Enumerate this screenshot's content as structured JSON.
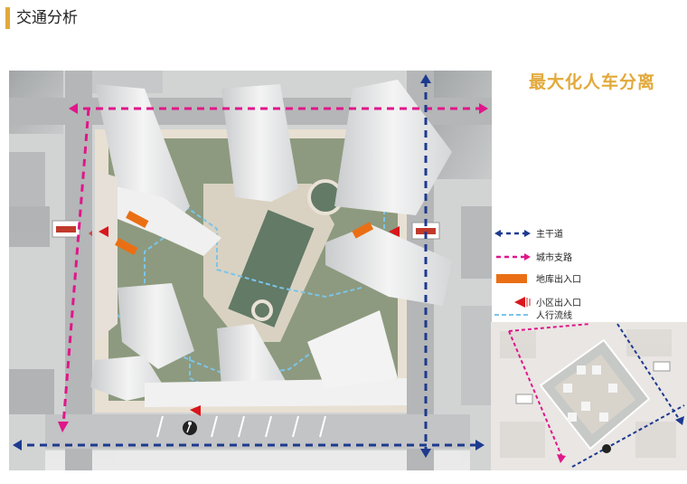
{
  "page": {
    "title": "交通分析"
  },
  "headline": "最大化人车分离",
  "legend": [
    {
      "key": "main-road",
      "label": "主干道",
      "color": "#1d3a8f"
    },
    {
      "key": "branch-road",
      "label": "城市支路",
      "color": "#e0168a"
    },
    {
      "key": "garage-entrance",
      "label": "地库出入口",
      "color": "#ea6f14"
    },
    {
      "key": "community-entrance",
      "label": "小区出入口",
      "color": "#d9161c"
    },
    {
      "key": "pedestrian-flow",
      "label": "人行流线",
      "color": "#7cc4e8"
    }
  ],
  "colors": {
    "accent": "#e2a93b",
    "lawn": "#8c9a7e",
    "road": "#b9bcbd",
    "building": "#f2f2f2",
    "plaza": "#e9e2d6"
  }
}
